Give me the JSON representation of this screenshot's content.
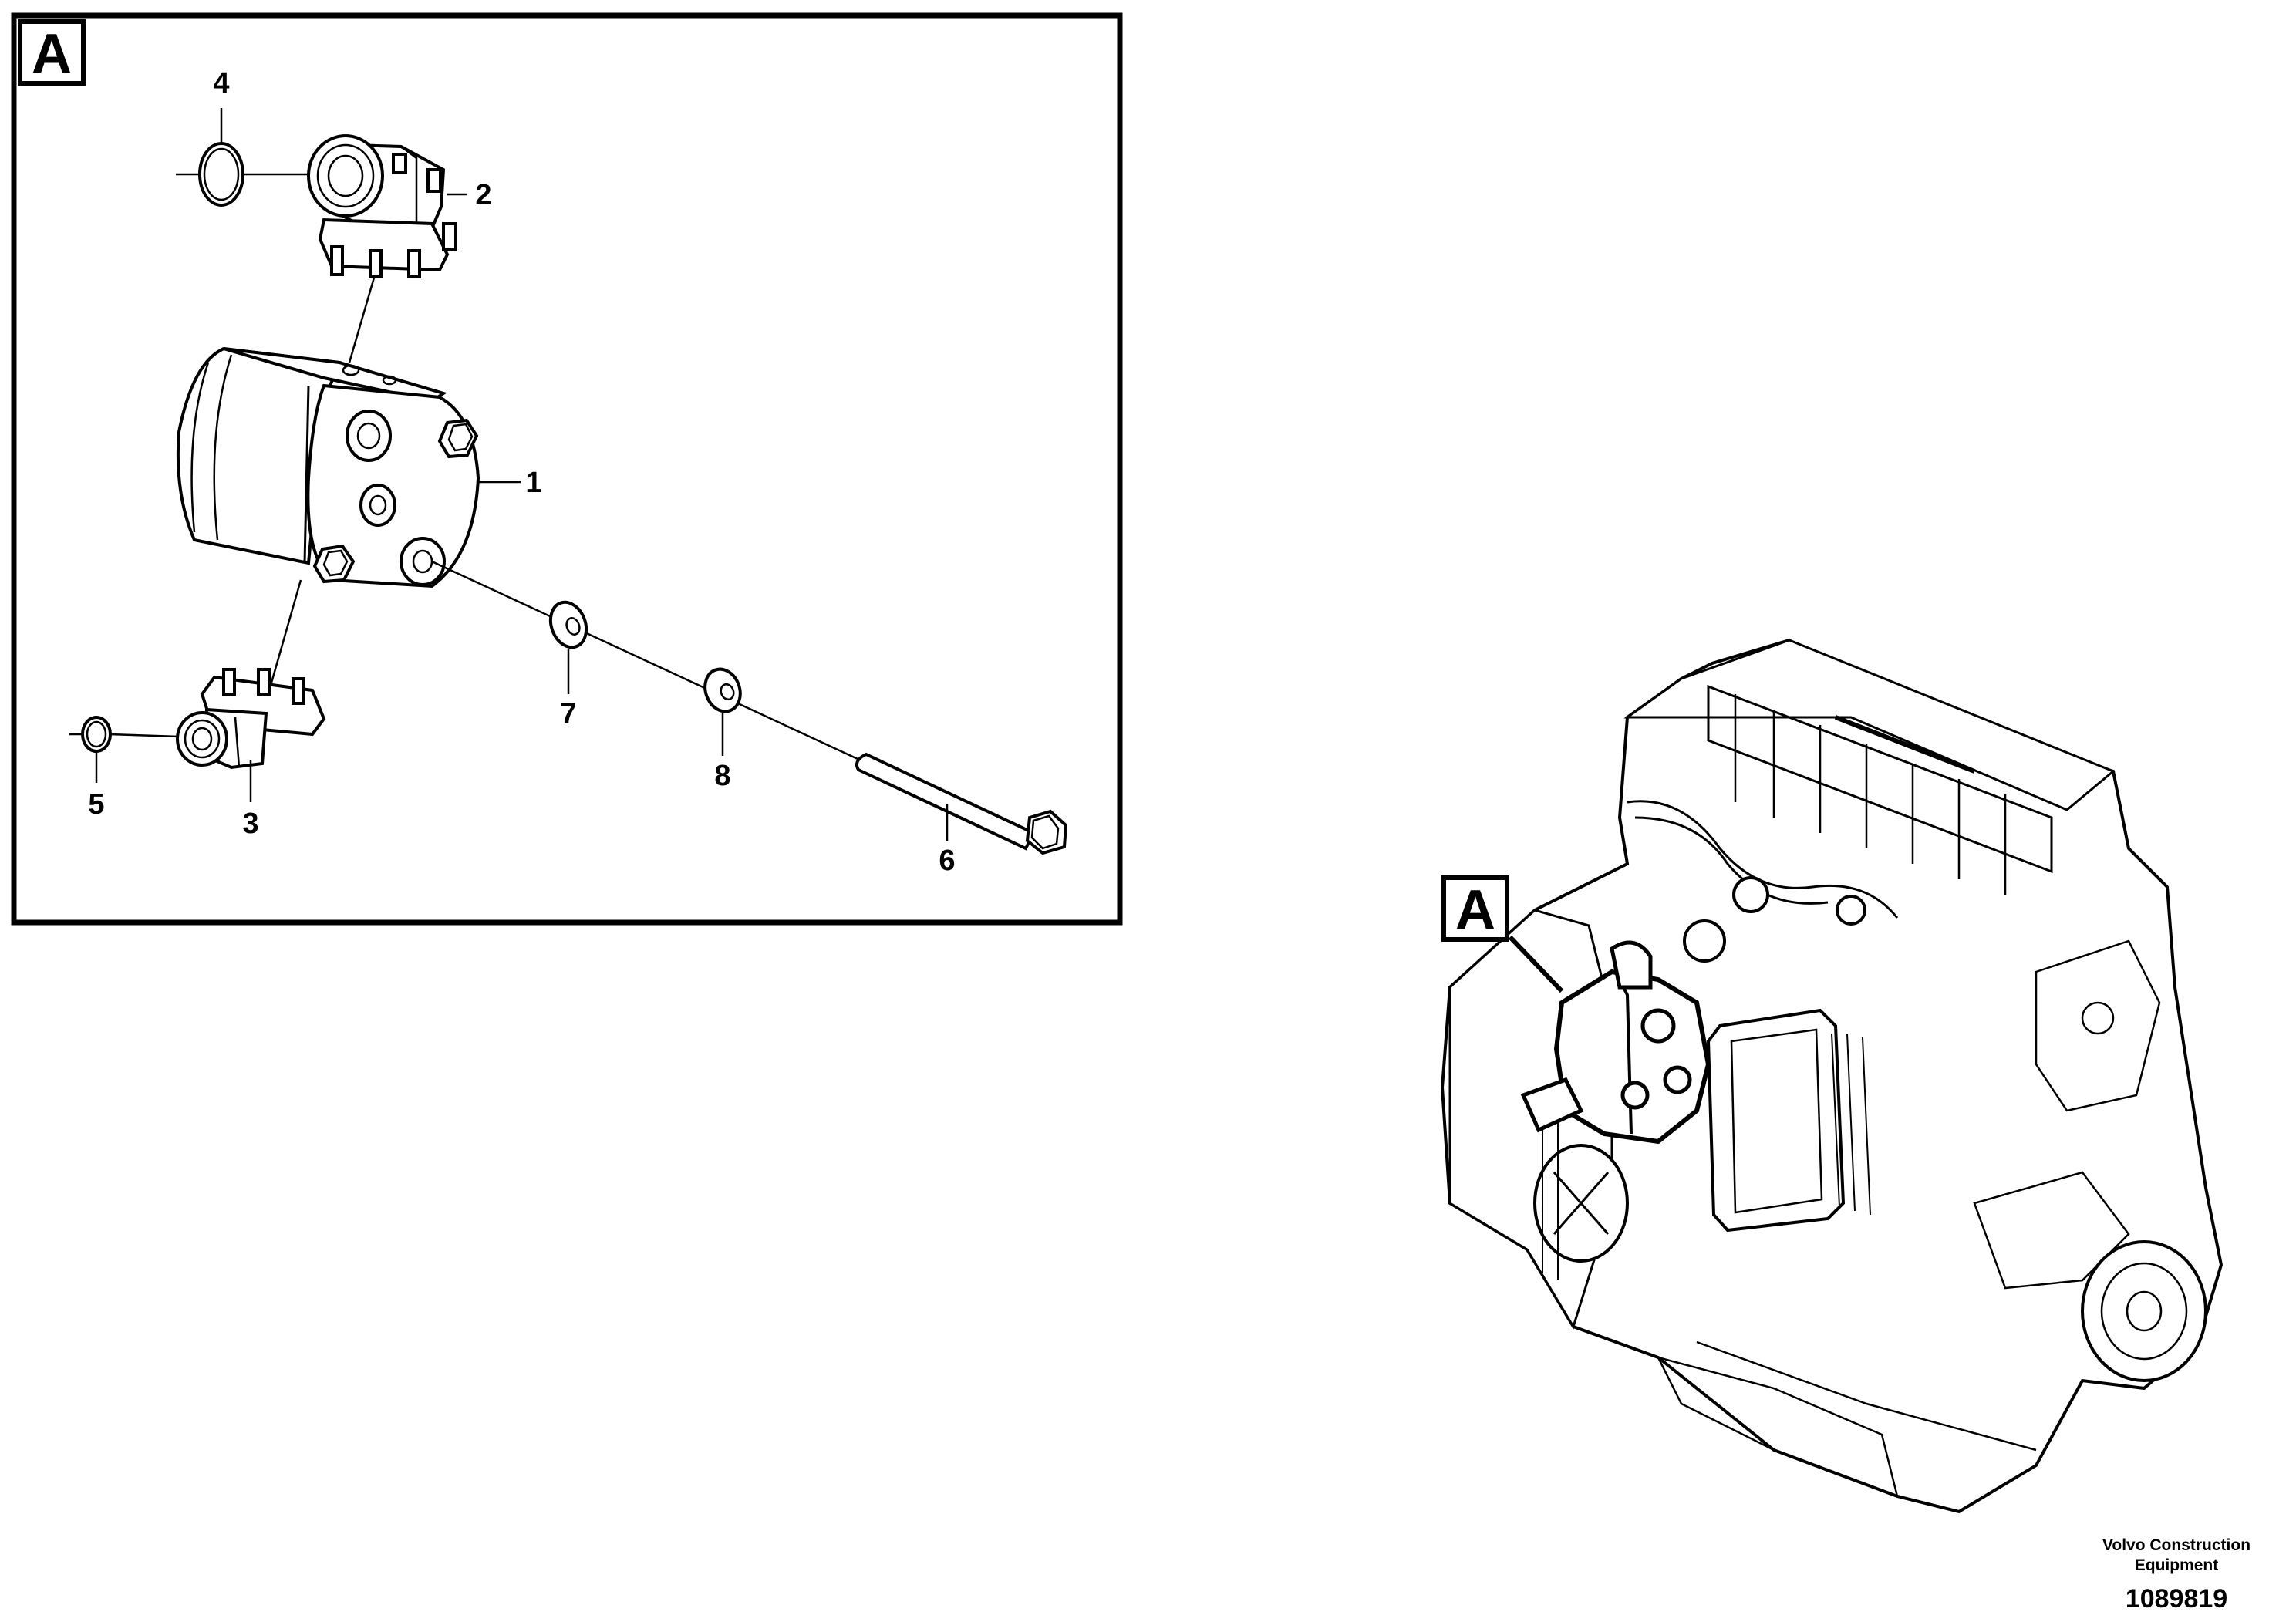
{
  "detail_box": {
    "label": "A"
  },
  "overview_callout": {
    "label": "A"
  },
  "callouts": {
    "c1": "1",
    "c2": "2",
    "c3": "3",
    "c4": "4",
    "c5": "5",
    "c6": "6",
    "c7": "7",
    "c8": "8"
  },
  "footer": {
    "company_line1": "Volvo Construction",
    "company_line2": "Equipment",
    "drawing_number": "1089819"
  }
}
